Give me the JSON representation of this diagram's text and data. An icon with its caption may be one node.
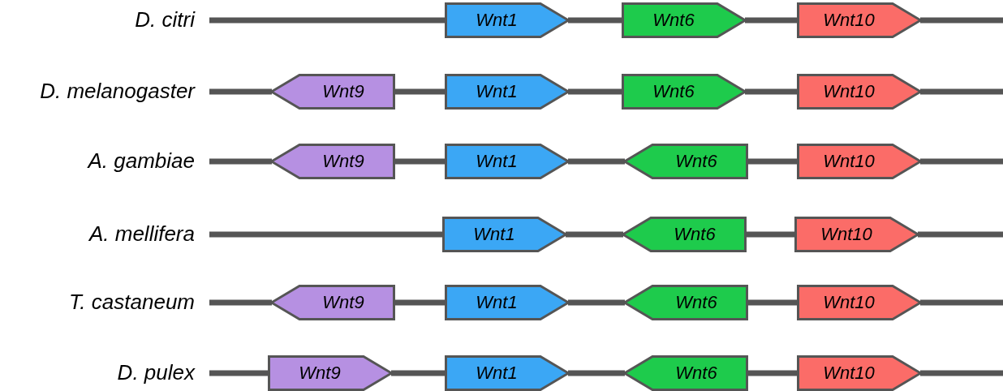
{
  "diagram": {
    "nodes": [
      {
        "text": [
          "D. citri"
        ]
      },
      {
        "text": [
          "Wnt1"
        ]
      },
      {
        "text": [
          "Wnt6"
        ]
      },
      {
        "text": [
          "Wnt10"
        ]
      },
      {
        "text": [
          "D. melanogaster"
        ]
      },
      {
        "text": [
          "Wnt9"
        ]
      },
      {
        "text": [
          "Wnt1"
        ]
      },
      {
        "text": [
          "Wnt6"
        ]
      },
      {
        "text": [
          "Wnt10"
        ]
      },
      {
        "text": [
          "A. gambiae"
        ]
      },
      {
        "text": [
          "Wnt9"
        ]
      },
      {
        "text": [
          "Wnt1"
        ]
      },
      {
        "text": [
          "Wnt6"
        ]
      },
      {
        "text": [
          "Wnt10"
        ]
      },
      {
        "text": [
          "A. mellifera"
        ]
      },
      {
        "text": [
          "Wnt1"
        ]
      },
      {
        "text": [
          "Wnt6"
        ]
      },
      {
        "text": [
          "Wnt10"
        ]
      },
      {
        "text": [
          "T. castaneum"
        ]
      },
      {
        "text": [
          "Wnt9"
        ]
      },
      {
        "text": [
          "Wnt1"
        ]
      },
      {
        "text": [
          "Wnt6"
        ]
      },
      {
        "text": [
          "Wnt10"
        ]
      },
      {
        "text": [
          "D. pulex"
        ]
      },
      {
        "text": [
          "Wnt9"
        ]
      },
      {
        "text": [
          "Wnt1"
        ]
      },
      {
        "text": [
          "Wnt6"
        ]
      },
      {
        "text": [
          "Wnt10"
        ]
      }
    ],
    "edges": [
      {
        "from": 0,
        "to": 1,
        "arrow": "none"
      },
      {
        "from": 1,
        "to": 2,
        "arrow": "none"
      },
      {
        "from": 2,
        "to": 3,
        "arrow": "none"
      },
      {
        "from": 3,
        "to": null,
        "arrow": "none"
      },
      {
        "from": 4,
        "to": 5,
        "arrow": "none"
      },
      {
        "from": 5,
        "to": 6,
        "arrow": "none"
      },
      {
        "from": 6,
        "to": 7,
        "arrow": "none"
      },
      {
        "from": 7,
        "to": 8,
        "arrow": "none"
      },
      {
        "from": 8,
        "to": null,
        "arrow": "none"
      },
      {
        "from": 9,
        "to": 10,
        "arrow": "none"
      },
      {
        "from": 10,
        "to": 11,
        "arrow": "none"
      },
      {
        "from": 11,
        "to": 12,
        "arrow": "none"
      },
      {
        "from": 12,
        "to": 13,
        "arrow": "none"
      },
      {
        "from": 13,
        "to": null,
        "arrow": "none"
      },
      {
        "from": 14,
        "to": 15,
        "arrow": "none"
      },
      {
        "from": 15,
        "to": 16,
        "arrow": "none"
      },
      {
        "from": 16,
        "to": 17,
        "arrow": "none"
      },
      {
        "from": 17,
        "to": null,
        "arrow": "none"
      },
      {
        "from": 18,
        "to": 19,
        "arrow": "none"
      },
      {
        "from": 19,
        "to": 20,
        "arrow": "none"
      },
      {
        "from": 20,
        "to": 21,
        "arrow": "none"
      },
      {
        "from": 21,
        "to": 22,
        "arrow": "none"
      },
      {
        "from": 22,
        "to": null,
        "arrow": "none"
      },
      {
        "from": 23,
        "to": 24,
        "arrow": "none"
      },
      {
        "from": 24,
        "to": 25,
        "arrow": "none"
      },
      {
        "from": 25,
        "to": 26,
        "arrow": "none"
      },
      {
        "from": 26,
        "to": 27,
        "arrow": "none"
      },
      {
        "from": 27,
        "to": null,
        "arrow": "none"
      }
    ]
  }
}
